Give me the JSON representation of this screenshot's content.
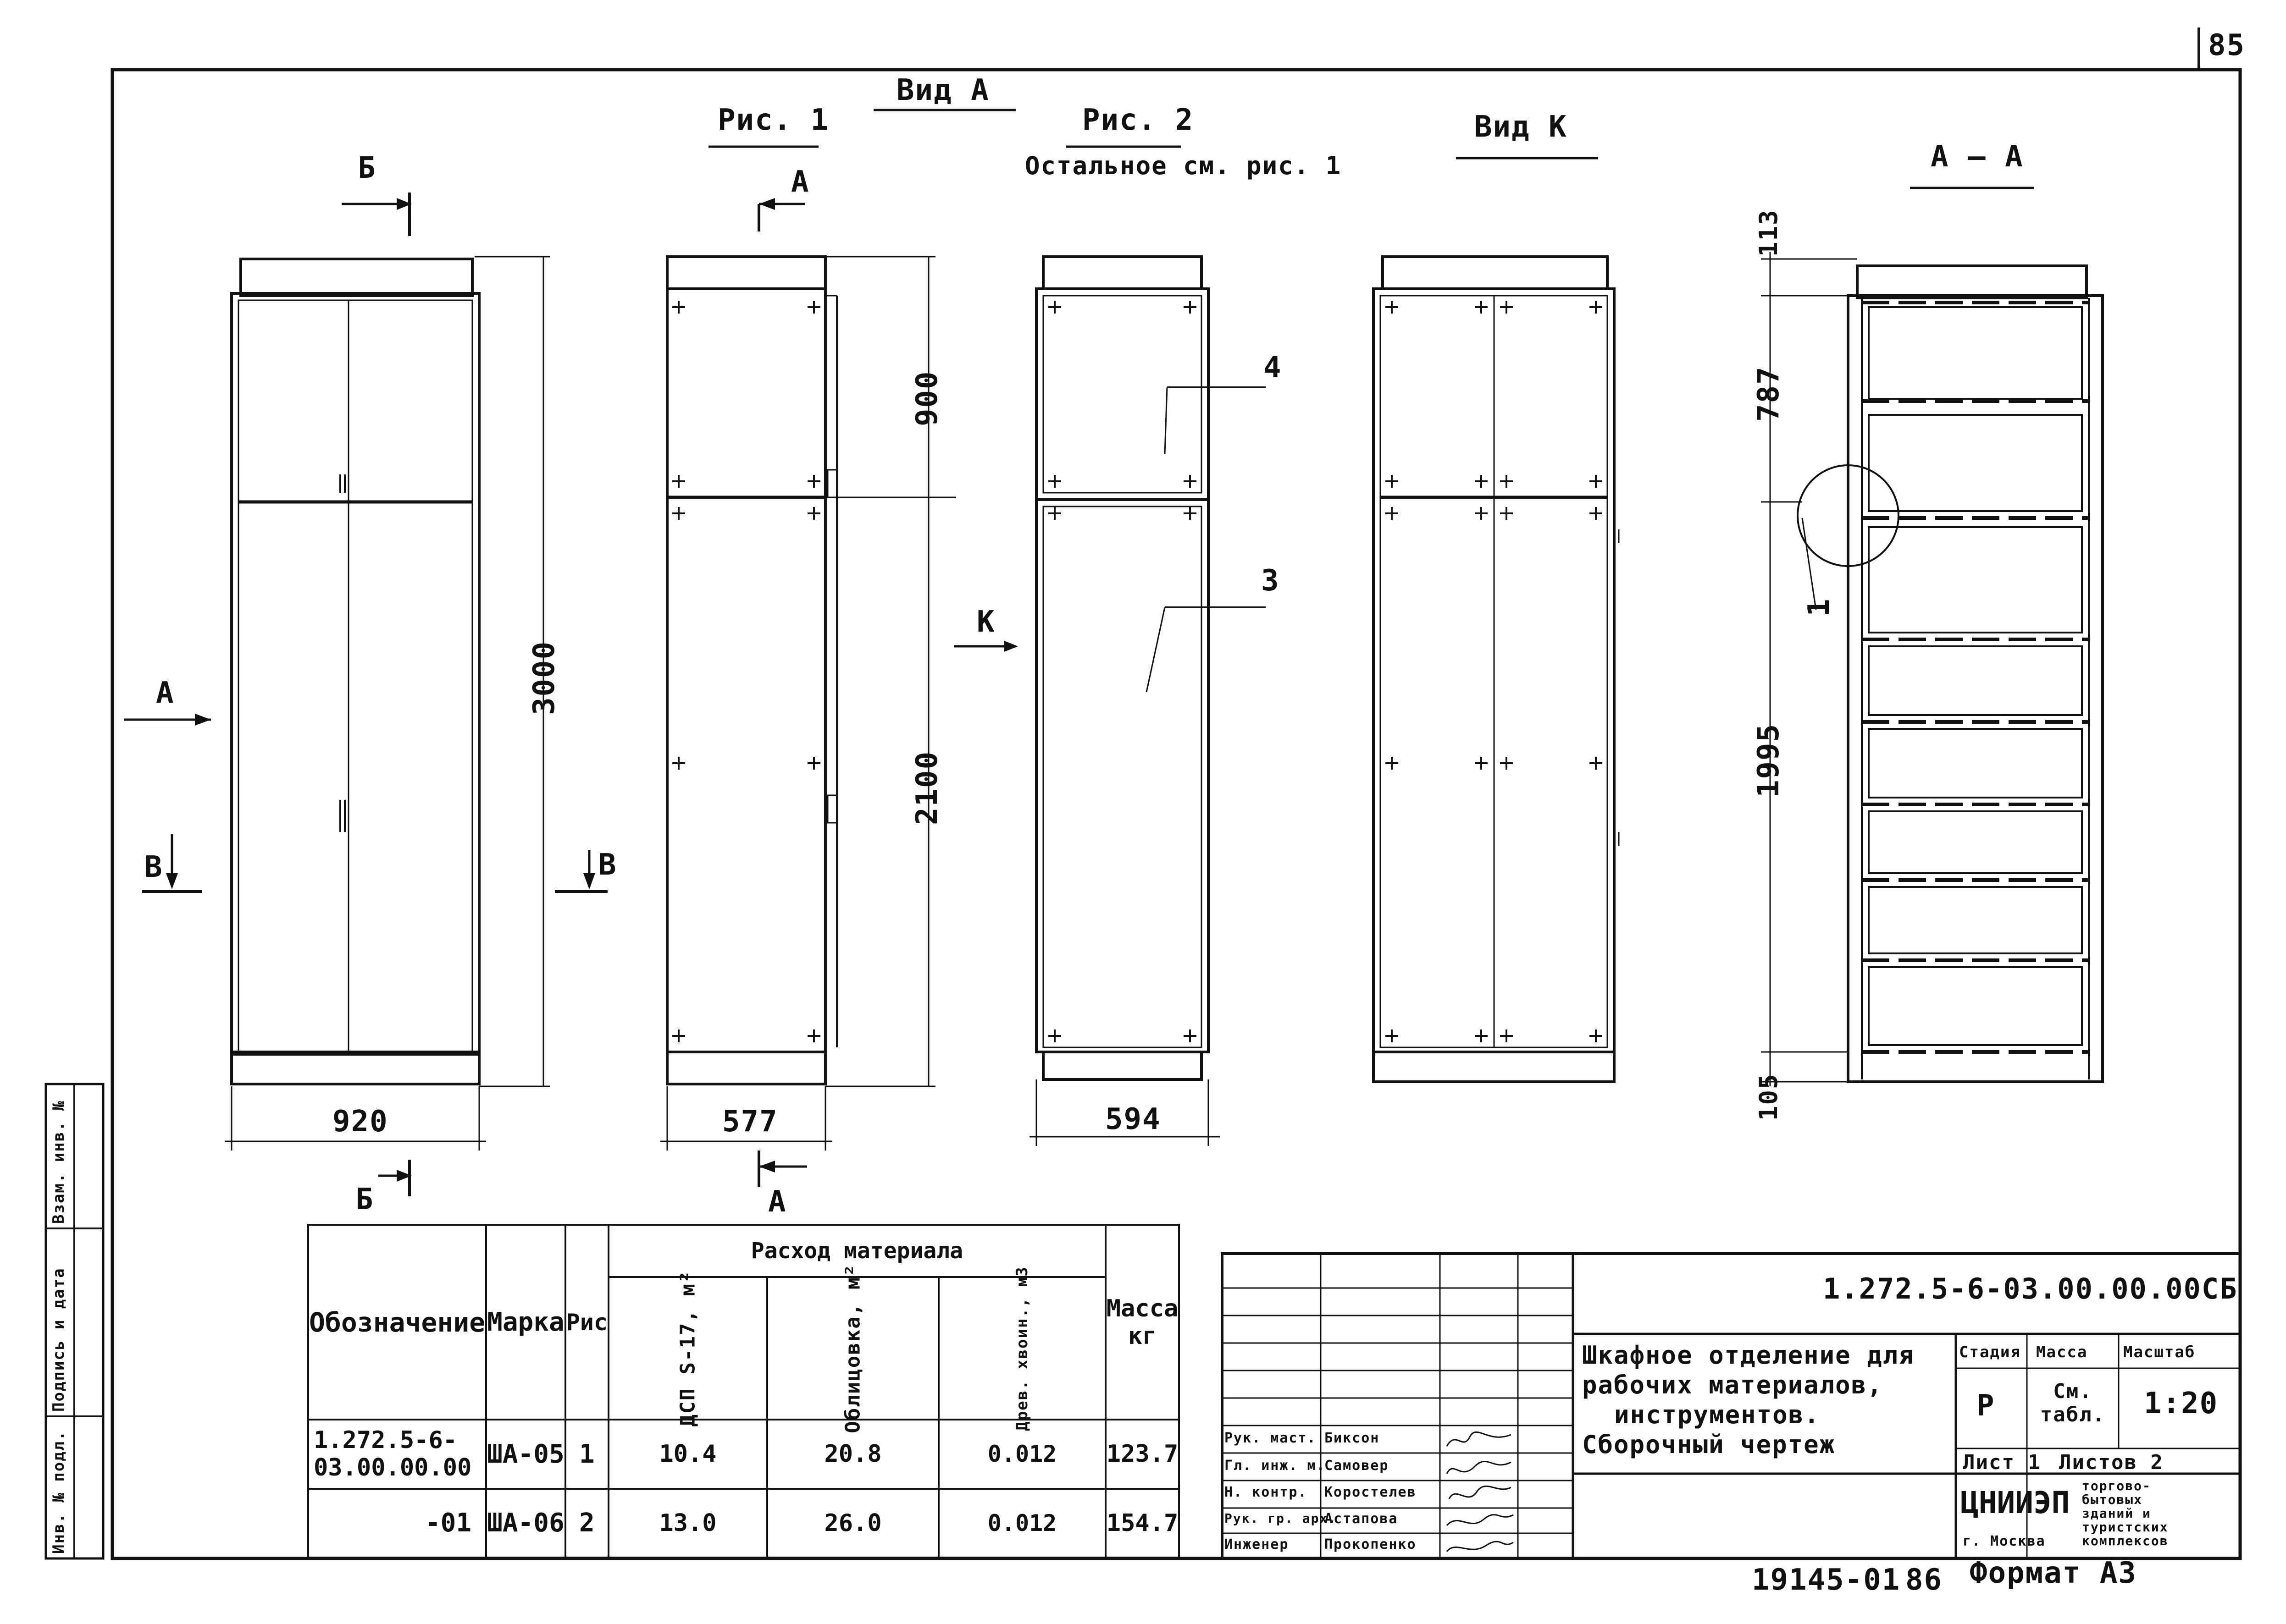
{
  "page_number": "85",
  "figure_labels": {
    "fig1": "Рис. 1",
    "fig2": "Рис. 2",
    "fig2_note": "Остальное см. рис. 1",
    "view_a": "Вид А",
    "view_k": "Вид К",
    "section_aa": "А — А"
  },
  "markers": {
    "b_top": "Б",
    "b_bottom": "Б",
    "a_top": "А",
    "a_bottom": "А",
    "arrow_a": "А",
    "arrow_k": "К",
    "v_left": "В",
    "v_right": "В",
    "node_1": "1"
  },
  "dimensions": {
    "height_total": "3000",
    "top_part": "900",
    "bottom_part": "2100",
    "width_front": "920",
    "width_side": "577",
    "width_side2": "594",
    "sec_top": "113",
    "sec_upper": "787",
    "sec_lower": "1995",
    "sec_bottom": "105"
  },
  "callouts": {
    "c4": "4",
    "c3": "3"
  },
  "spec_table": {
    "headers": {
      "designation": "Обозначение",
      "mark": "Марка",
      "fig": "Рис",
      "consumption": "Расход материала",
      "dsp": "ДСП S-17, м²",
      "facing": "Облицовка, м²",
      "wood": "Древ. хвоин., м3",
      "mass": "Масса кг"
    },
    "rows": [
      {
        "designation": "1.272.5-6-03.00.00.00",
        "mark": "ША-05",
        "fig": "1",
        "dsp": "10.4",
        "facing": "20.8",
        "wood": "0.012",
        "mass": "123.7"
      },
      {
        "designation": "-01",
        "mark": "ША-06",
        "fig": "2",
        "dsp": "13.0",
        "facing": "26.0",
        "wood": "0.012",
        "mass": "154.7"
      }
    ]
  },
  "left_strip": {
    "inv_podl": "Инв. № подл.",
    "sign_date": "Подпись и дата",
    "vzam_inv": "Взам. инв. №"
  },
  "title_block": {
    "code": "1.272.5-6-03.00.00.00СБ",
    "title": [
      "Шкафное отделение для",
      "рабочих материалов,",
      "инструментов.",
      "Сборочный чертеж"
    ],
    "stage_label": "Стадия",
    "mass_label": "Масса",
    "scale_label": "Масштаб",
    "stage": "Р",
    "mass": "См. табл.",
    "scale": "1:20",
    "sheet": "Лист 1",
    "sheets": "Листов 2",
    "org": "ЦНИИЭП",
    "city": "г. Москва",
    "org_desc": [
      "торгово-",
      "бытовых",
      "зданий и",
      "туристских",
      "комплексов"
    ],
    "people": [
      {
        "role": "Рук. маст.",
        "name": "Биксон"
      },
      {
        "role": "Гл. инж. м.",
        "name": "Самовер"
      },
      {
        "role": "Н. контр.",
        "name": "Коростелев"
      },
      {
        "role": "Рук. гр. арх.",
        "name": "Астапова"
      },
      {
        "role": "Инженер",
        "name": "Прокопенко"
      }
    ]
  },
  "footer": {
    "archive": "19145-01",
    "page": "86",
    "format": "Формат А3"
  }
}
